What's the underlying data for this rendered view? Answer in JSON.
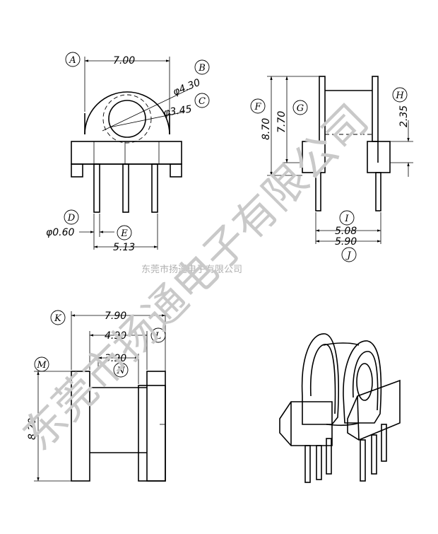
{
  "watermark": {
    "diagonal": "东莞市扬通电子有限公司",
    "caption": "东莞市扬通电子有限公司"
  },
  "labels": [
    "A",
    "B",
    "C",
    "D",
    "E",
    "F",
    "G",
    "H",
    "I",
    "J",
    "K",
    "L",
    "M",
    "N"
  ],
  "dimensions": {
    "A": "7.00",
    "B": "φ4.30",
    "C": "φ3.45",
    "D": "φ0.60",
    "E": "5.13",
    "F": "8.70",
    "G": "7.70",
    "H": "2.35",
    "I": "5.08",
    "J": "5.90",
    "K": "7.90",
    "L": "4.90",
    "M": "8.20",
    "N": "3.90"
  }
}
